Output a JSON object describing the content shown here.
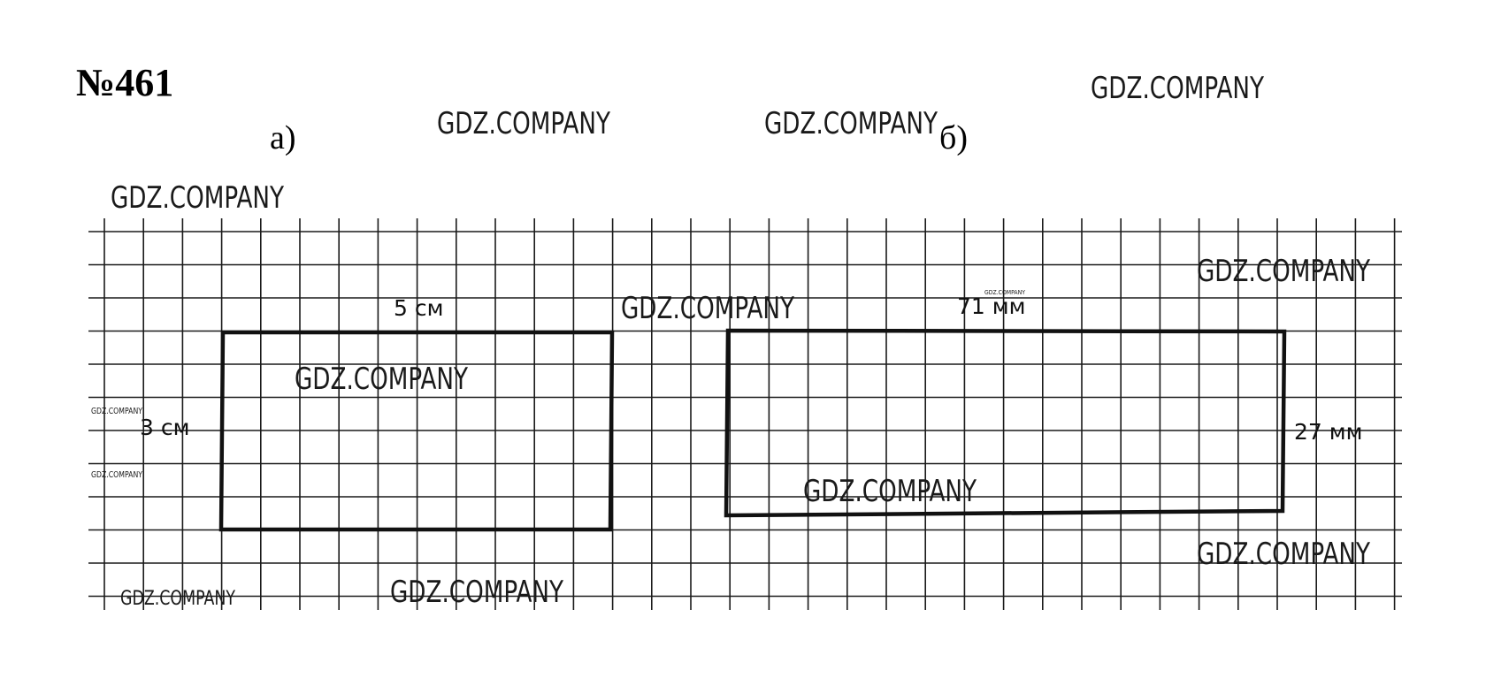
{
  "title": "№461",
  "parts": {
    "a_label": "а)",
    "b_label": "б)"
  },
  "figure_a": {
    "width_label": "5 см",
    "height_label": "3 см"
  },
  "figure_b": {
    "width_label": "71 мм",
    "height_label": "27 мм"
  },
  "watermark": "GDZ.COMPANY",
  "colors": {
    "grid": "#1a1a1a",
    "rect_stroke": "#111111",
    "background": "#ffffff"
  }
}
